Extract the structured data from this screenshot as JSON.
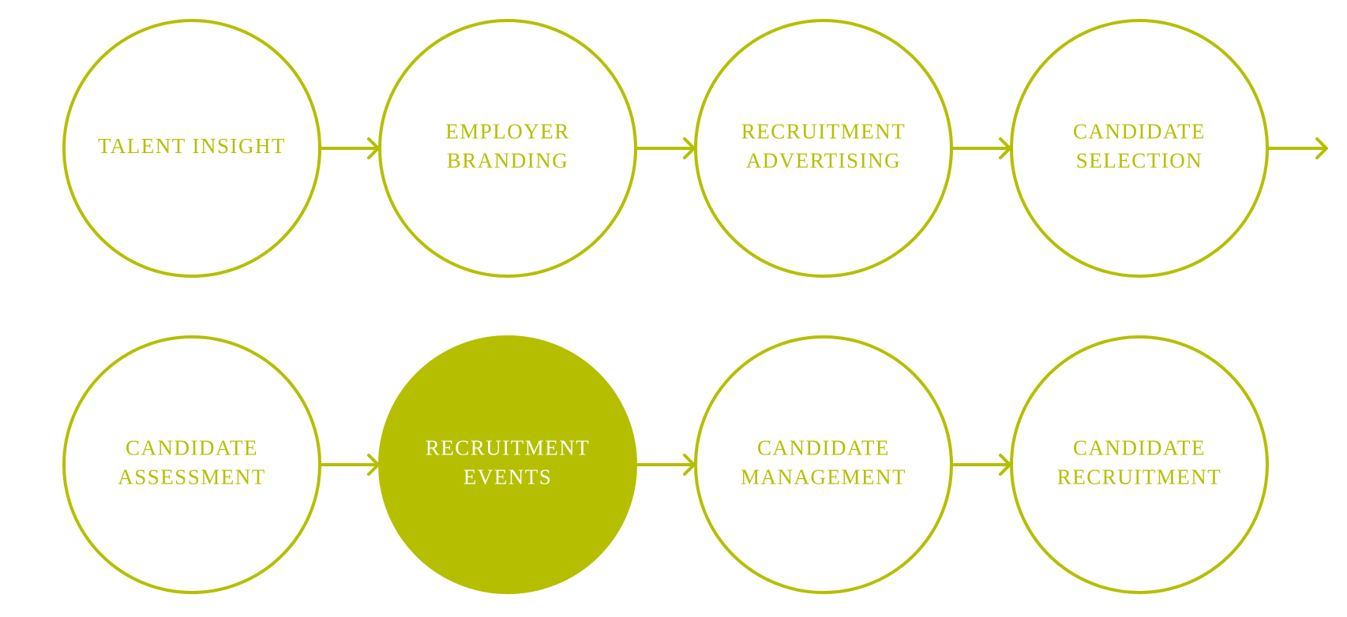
{
  "colors": {
    "accent": "#b5bf00",
    "background": "#ffffff",
    "active_text": "#ffffff"
  },
  "steps": [
    {
      "lines": [
        "TALENT INSIGHT"
      ],
      "active": false
    },
    {
      "lines": [
        "EMPLOYER",
        "BRANDING"
      ],
      "active": false
    },
    {
      "lines": [
        "RECRUITMENT",
        "ADVERTISING"
      ],
      "active": false
    },
    {
      "lines": [
        "CANDIDATE",
        "SELECTION"
      ],
      "active": false
    },
    {
      "lines": [
        "CANDIDATE",
        "ASSESSMENT"
      ],
      "active": false
    },
    {
      "lines": [
        "RECRUITMENT",
        "EVENTS"
      ],
      "active": true
    },
    {
      "lines": [
        "CANDIDATE",
        "MANAGEMENT"
      ],
      "active": false
    },
    {
      "lines": [
        "CANDIDATE",
        "RECRUITMENT"
      ],
      "active": false
    }
  ]
}
